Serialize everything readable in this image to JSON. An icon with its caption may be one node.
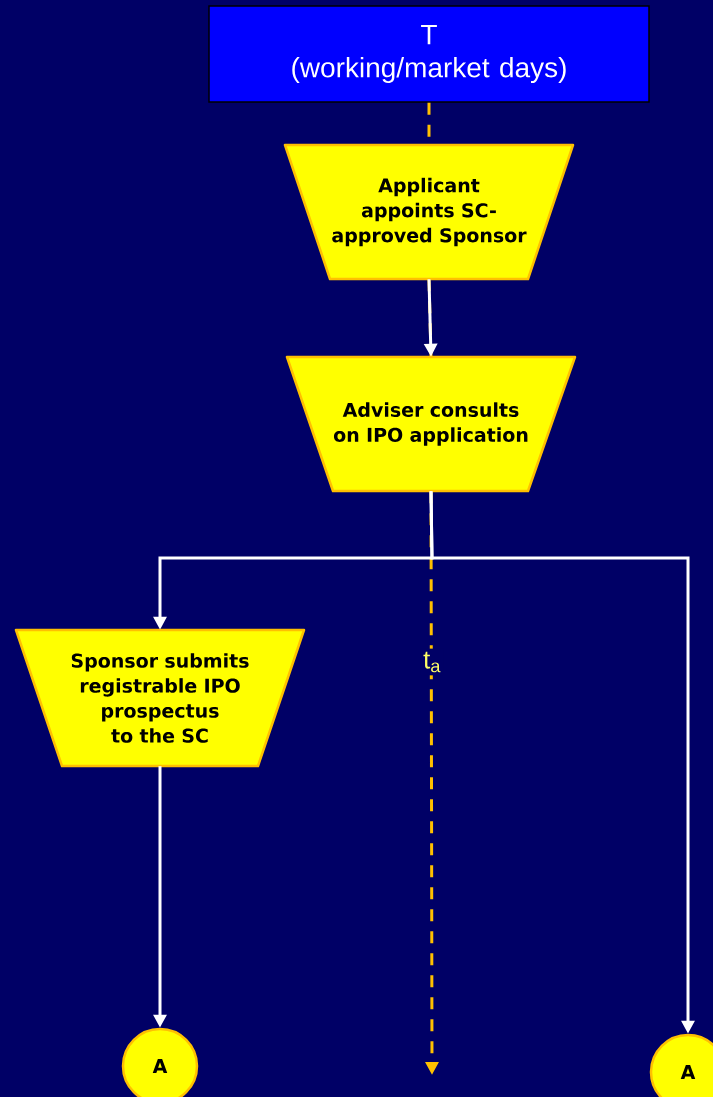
{
  "diagram": {
    "nodes": [
      {
        "text": [
          "T",
          "(working/market days)"
        ]
      },
      {
        "text": [
          "Applicant appoints SC-approved Sponsor"
        ]
      },
      {
        "text": [
          "Adviser consults on IPO application"
        ]
      },
      {
        "text": [
          "Sponsor submits registrable IPO prospectus to the SC"
        ]
      },
      {
        "text": [
          "A"
        ]
      },
      {
        "text": [
          "A"
        ]
      }
    ],
    "edges": [
      {
        "from": 0,
        "to": null,
        "arrow": "to",
        "style": "dashed",
        "color": "#ffc000",
        "label": "t$_{a}$"
      },
      {
        "from": 1,
        "to": 2,
        "arrow": "to"
      },
      {
        "from": 2,
        "to": 3,
        "arrow": "to"
      },
      {
        "from": 2,
        "to": 5,
        "arrow": "to"
      },
      {
        "from": 3,
        "to": 4,
        "arrow": "to"
      }
    ]
  }
}
